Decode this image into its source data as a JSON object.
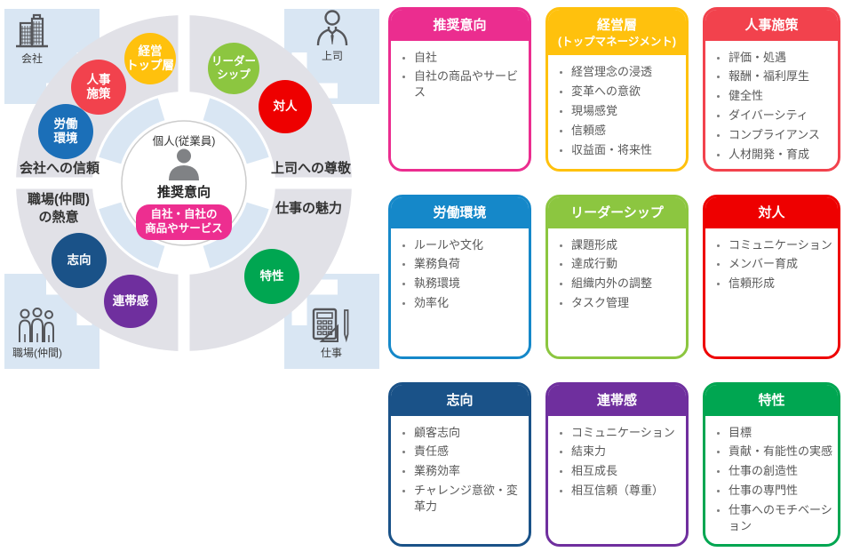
{
  "palette": {
    "ring_gray": "#E1E1E7",
    "arrow_light_blue": "#D9E6F3",
    "icon_stroke": "#55565A",
    "person_silhouette": "#808285"
  },
  "diagram": {
    "corners": {
      "company": {
        "label": "会社"
      },
      "boss": {
        "label": "上司"
      },
      "workplace": {
        "label": "職場(仲間)"
      },
      "work": {
        "label": "仕事"
      }
    },
    "quadrant_labels": {
      "company_trust": "会社への信頼",
      "boss_respect": "上司への尊敬",
      "workplace_passion": "職場(仲間)\nの熱意",
      "work_appeal": "仕事の魅力"
    },
    "bubbles": [
      {
        "id": "management-top",
        "label": "経営\nトップ層",
        "color": "#FFC10D"
      },
      {
        "id": "hr-policy",
        "label": "人事\n施策",
        "color": "#F2424D"
      },
      {
        "id": "work-environment",
        "label": "労働\n環境",
        "color": "#1B6FB8"
      },
      {
        "id": "leadership",
        "label": "リーダー\nシップ",
        "color": "#8CC640"
      },
      {
        "id": "interpersonal",
        "label": "対人",
        "color": "#EE0000"
      },
      {
        "id": "orientation",
        "label": "志向",
        "color": "#1A5288"
      },
      {
        "id": "solidarity",
        "label": "連帯感",
        "color": "#6F2F9E"
      },
      {
        "id": "characteristics",
        "label": "特性",
        "color": "#00A651"
      }
    ],
    "center": {
      "person_label": "個人(従業員)",
      "title": "推奨意向",
      "badge": "自社・自社の\n商品やサービス",
      "badge_color": "#ED2E90"
    }
  },
  "cards": [
    {
      "title": "推奨意向",
      "color": "#EB2D8F",
      "items": [
        "自社",
        "自社の商品やサービス"
      ]
    },
    {
      "title": "経営層",
      "subtitle": "(トップマネージメント)",
      "color": "#FFC10D",
      "items": [
        "経営理念の浸透",
        "変革への意欲",
        "現場感覚",
        "信頼感",
        "収益面・将来性"
      ]
    },
    {
      "title": "人事施策",
      "color": "#F2424D",
      "items": [
        "評価・処遇",
        "報酬・福利厚生",
        "健全性",
        "ダイバーシティ",
        "コンプライアンス",
        "人材開発・育成"
      ]
    },
    {
      "title": "労働環境",
      "color": "#1588C9",
      "items": [
        "ルールや文化",
        "業務負荷",
        "執務環境",
        "効率化"
      ]
    },
    {
      "title": "リーダーシップ",
      "color": "#8CC640",
      "items": [
        "課題形成",
        "達成行動",
        "組織内外の調整",
        "タスク管理"
      ]
    },
    {
      "title": "対人",
      "color": "#EE0000",
      "items": [
        "コミュニケーション",
        "メンバー育成",
        "信頼形成"
      ]
    },
    {
      "title": "志向",
      "color": "#1A5288",
      "items": [
        "顧客志向",
        "責任感",
        "業務効率",
        "チャレンジ意欲・変革力"
      ]
    },
    {
      "title": "連帯感",
      "color": "#6F2F9E",
      "items": [
        "コミュニケーション",
        "結束力",
        "相互成長",
        "相互信頼（尊重）"
      ]
    },
    {
      "title": "特性",
      "color": "#00A651",
      "items": [
        "目標",
        "貢献・有能性の実感",
        "仕事の創造性",
        "仕事の専門性",
        "仕事へのモチベーション"
      ]
    }
  ]
}
